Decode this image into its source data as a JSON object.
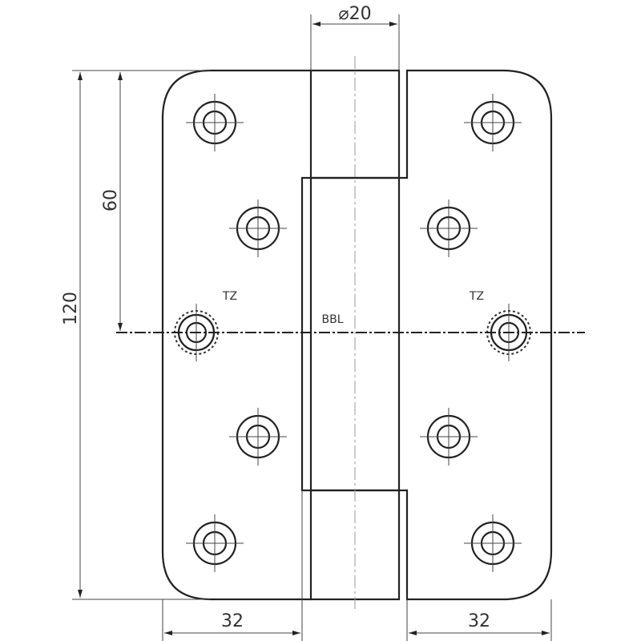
{
  "drawing": {
    "title_dimension_diameter": "⌀20",
    "dim_total_height": "120",
    "dim_half_height": "60",
    "dim_leaf_width_left": "32",
    "dim_leaf_width_right": "32",
    "label_tz_left": "TZ",
    "label_tz_right": "TZ",
    "label_bbl": "BBL"
  }
}
